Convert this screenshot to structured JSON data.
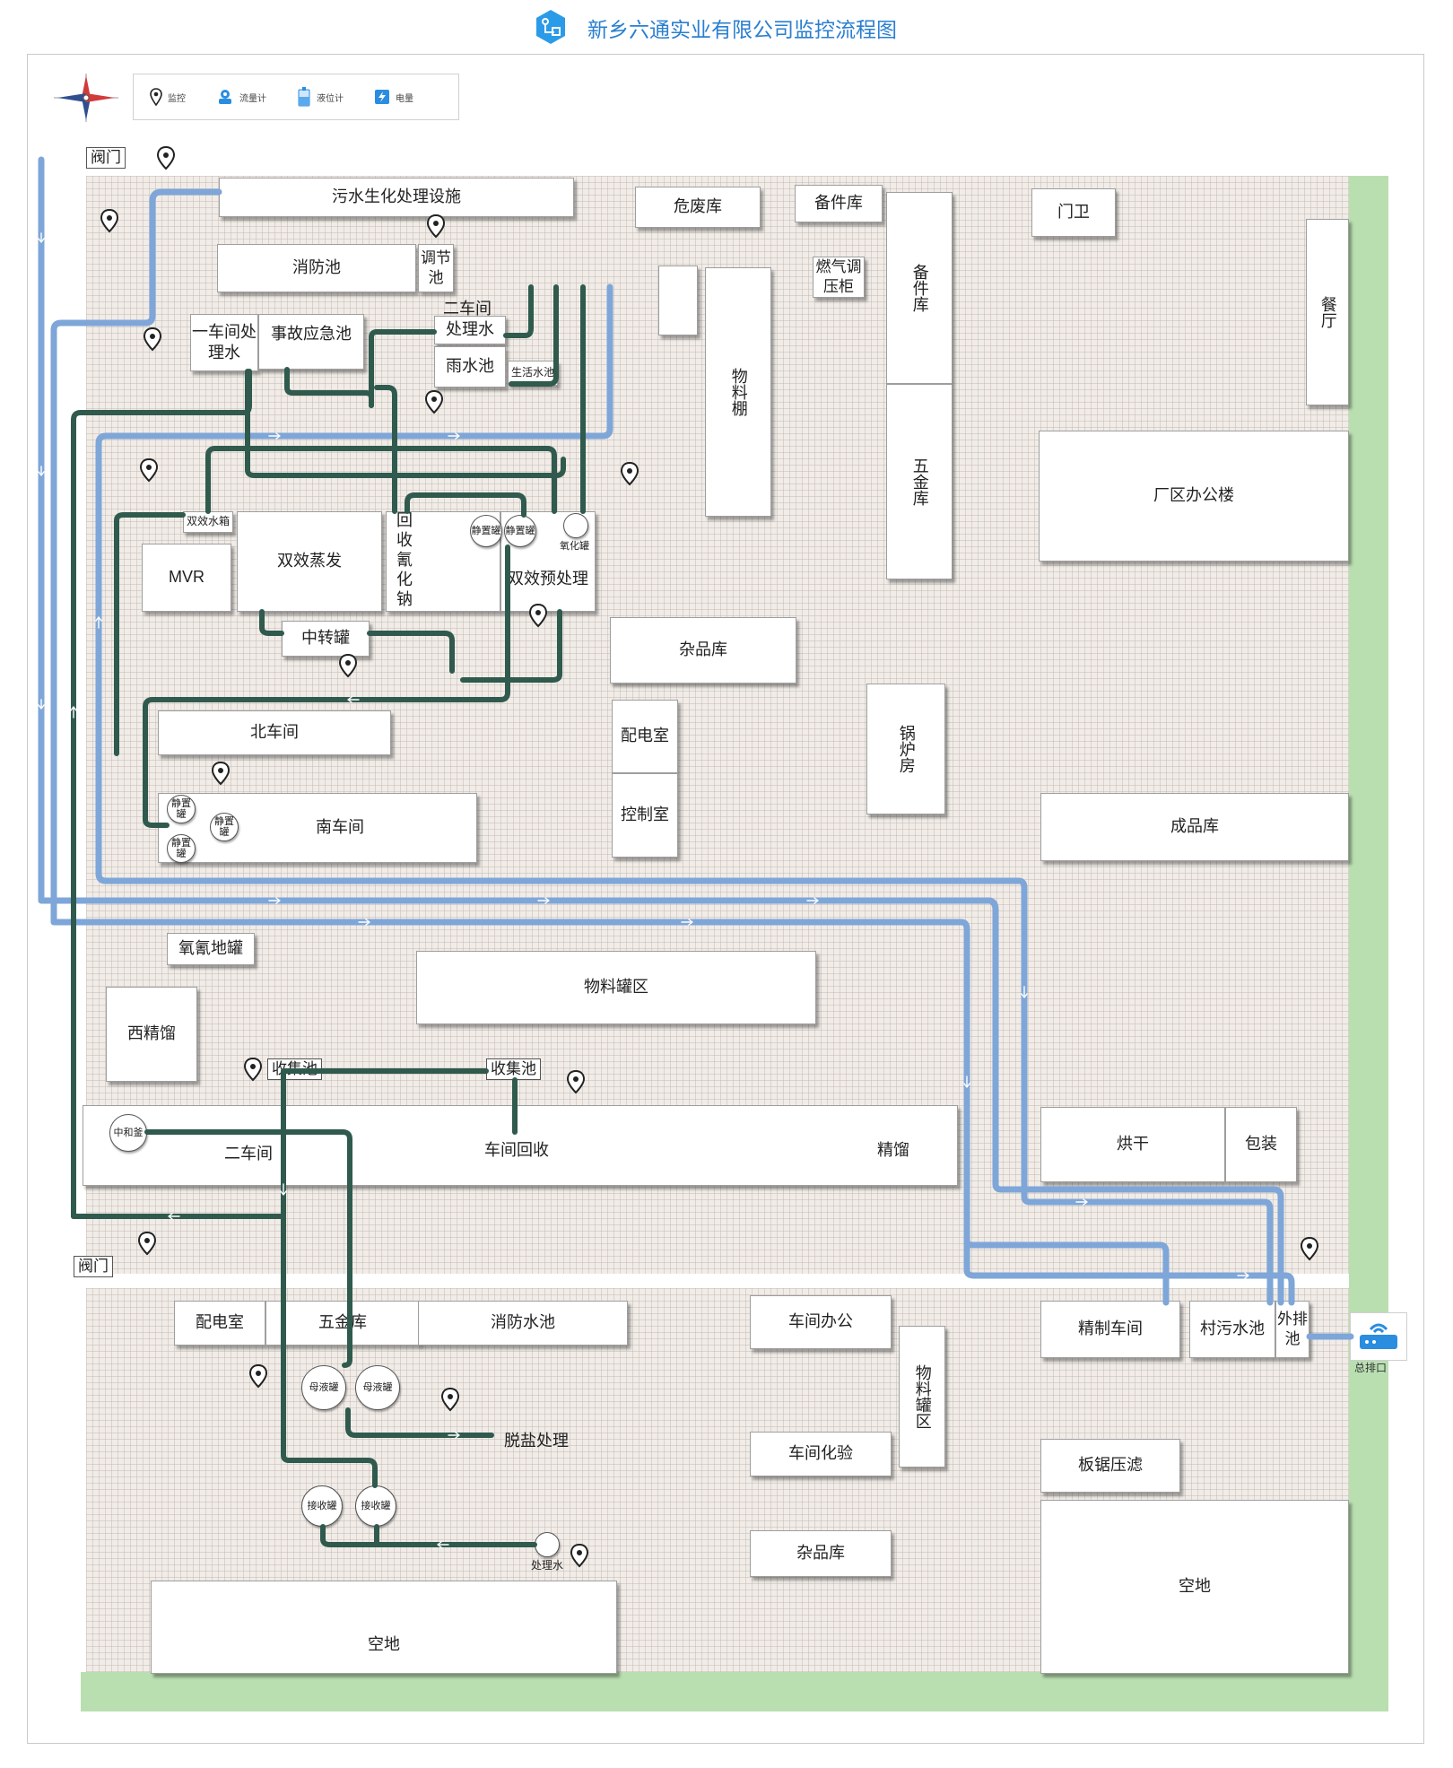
{
  "title": "新乡六通实业有限公司监控流程图",
  "legend": {
    "monitor": "监控",
    "flowmeter": "流量计",
    "level": "液位计",
    "power": "电量"
  },
  "colors": {
    "green_pipe": "#2f5a4d",
    "blue_pipe": "#7ea6d8",
    "grass": "#b9dfb1",
    "accent": "#2a7fd0"
  },
  "valves": {
    "top": "阀门",
    "mid": "阀门"
  },
  "north": {
    "sewage_bio": "污水生化处理设施",
    "hazard_store": "危废库",
    "spare_store1": "备件库",
    "guard": "门卫",
    "canteen": "餐厅",
    "fire_pool": "消防池",
    "adjust_pool": "调节池",
    "gas_cabinet": "燃气调压柜",
    "spare_store2": "备件库",
    "hardware_store1": "五金库",
    "material_shed": "物料棚",
    "ws1_water": "一车间处理水",
    "emergency_pool": "事故应急池",
    "ws2_water_label": "二车间",
    "ws2_water": "处理水",
    "rain_pool": "雨水池",
    "living_pool": "生活水池",
    "office_building": "厂区办公楼",
    "double_tank": "双效水箱",
    "mvr": "MVR",
    "double_evap": "双效蒸发",
    "recover_nacn": "回收氰化钠",
    "settle_1": "静置罐",
    "settle_2": "静置罐",
    "cyanide_tank": "氧化罐",
    "double_pre": "双效预处理",
    "transfer_tank": "中转罐",
    "sundry_store1": "杂品库",
    "power_room1": "配电室",
    "control_room": "控制室",
    "boiler_room": "锅炉房",
    "north_ws": "北车间",
    "south_ws": "南车间",
    "settle_3": "静置罐",
    "settle_4": "静置罐",
    "settle_5": "静置罐",
    "product_store": "成品库"
  },
  "middle": {
    "cyan_tank": "氧氰地罐",
    "material_tank_area": "物料罐区",
    "west_distill": "西精馏",
    "collect_pool1": "收集池",
    "collect_pool2": "收集池",
    "neutral_tank": "中和釜",
    "ws2": "二车间",
    "ws_recover": "车间回收",
    "distill": "精馏",
    "dry": "烘干",
    "pack": "包装"
  },
  "south": {
    "power_room2": "配电室",
    "hardware_store2": "五金库",
    "fire_water_pool": "消防水池",
    "mother_1": "母液罐",
    "mother_2": "母液罐",
    "desalt": "脱盐处理",
    "recv_1": "接收罐",
    "recv_2": "接收罐",
    "treated_water": "处理水",
    "empty_1": "空地",
    "ws_office": "车间办公",
    "material_tank_area2": "物料罐区",
    "ws_lab": "车间化验",
    "sundry_store2": "杂品库",
    "refine_ws": "精制车间",
    "village_pool": "村污水池",
    "outside_pool": "外排池",
    "main_outlet": "总排口",
    "plate_filter": "板锯压滤",
    "empty_2": "空地"
  }
}
